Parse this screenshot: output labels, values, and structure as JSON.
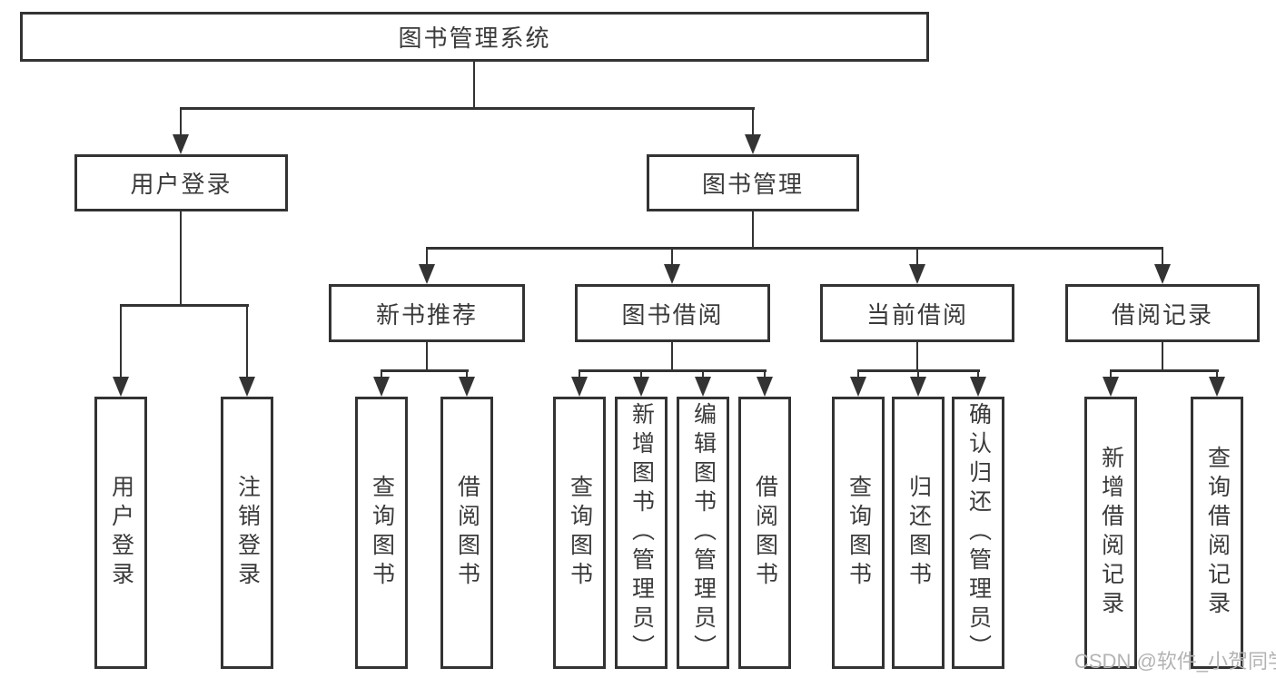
{
  "tree": {
    "root": {
      "label": "图书管理系统"
    },
    "level2": [
      {
        "label": "用户登录",
        "leaves": [
          {
            "label": "用户登录"
          },
          {
            "label": "注销登录"
          }
        ]
      },
      {
        "label": "图书管理",
        "sections": [
          {
            "label": "新书推荐",
            "leaves": [
              {
                "label": "查询图书"
              },
              {
                "label": "借阅图书"
              }
            ]
          },
          {
            "label": "图书借阅",
            "leaves": [
              {
                "label": "查询图书"
              },
              {
                "label": "新增图书（管理员）"
              },
              {
                "label": "编辑图书（管理员）"
              },
              {
                "label": "借阅图书"
              }
            ]
          },
          {
            "label": "当前借阅",
            "leaves": [
              {
                "label": "查询图书"
              },
              {
                "label": "归还图书"
              },
              {
                "label": "确认归还（管理员）"
              }
            ]
          },
          {
            "label": "借阅记录",
            "leaves": [
              {
                "label": "新增借阅记录"
              },
              {
                "label": "查询借阅记录"
              }
            ]
          }
        ]
      }
    ]
  },
  "watermark": {
    "text": "CSDN @软件_小贺同学",
    "color": "#b3b3b3"
  },
  "colors": {
    "line": "#333333",
    "text": "#3a3a3a",
    "box_bg": "#ffffff",
    "background": "#ffffff"
  }
}
